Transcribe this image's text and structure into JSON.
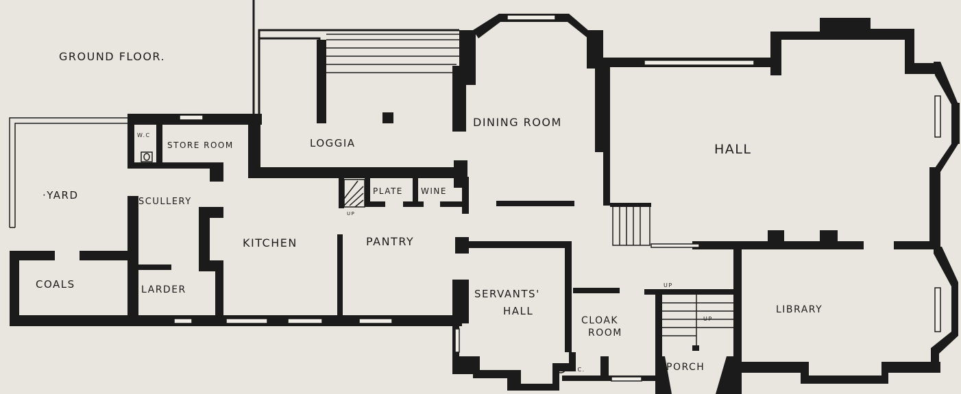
{
  "title": "GROUND FLOOR.",
  "rooms": {
    "yard": "·YARD",
    "wc_upper": "W.C",
    "store_room": "STORE ROOM",
    "loggia": "LOGGIA",
    "dining_room": "DINING ROOM",
    "hall": "HALL",
    "scullery": "SCULLERY",
    "plate": "PLATE",
    "wine": "WINE",
    "up_stair_small": "UP",
    "kitchen": "KITCHEN",
    "pantry": "PANTRY",
    "coals": "COALS",
    "larder": "LARDER",
    "servants_hall_1": "SERVANTS'",
    "servants_hall_2": "HALL",
    "cloak_room_1": "CLOAK",
    "cloak_room_2": "ROOM",
    "library": "LIBRARY",
    "wc_lower": "W.C.",
    "porch": "PORCH",
    "up_stair_1": "UP",
    "up_stair_2": "UP"
  }
}
